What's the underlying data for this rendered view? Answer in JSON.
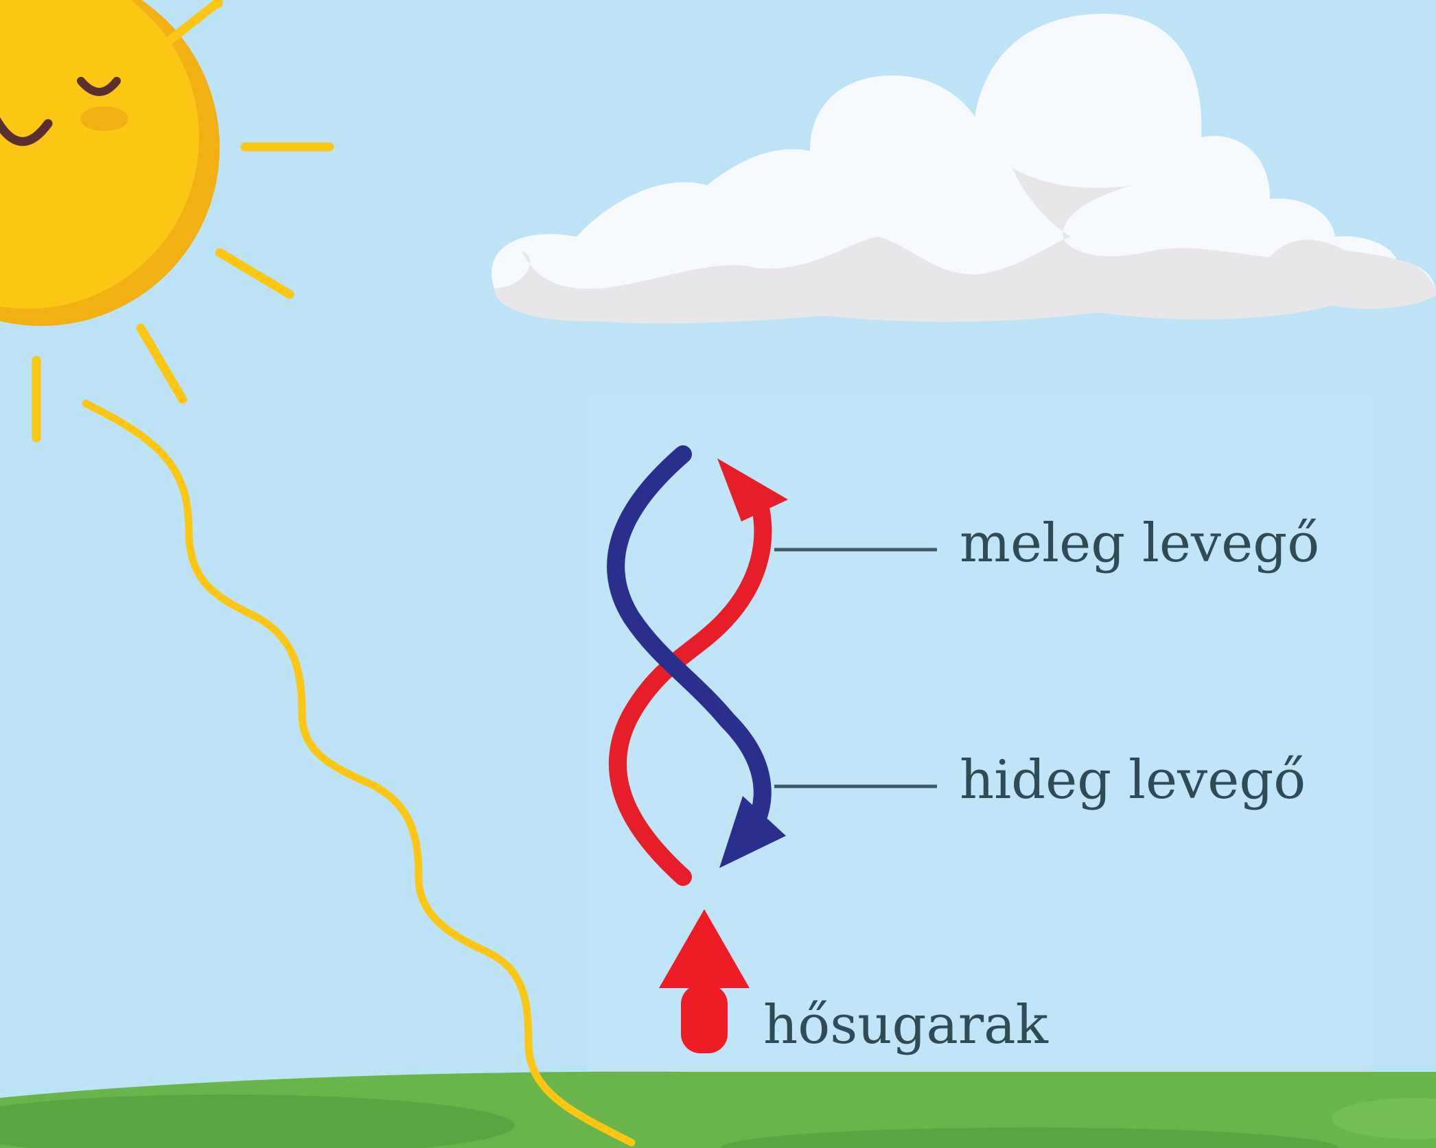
{
  "diagram": {
    "labels": {
      "warm_air": "meleg levegő",
      "cold_air": "hideg levegő",
      "heat_rays": "hősugarak"
    },
    "colors": {
      "sky": "#BCE3F6",
      "warm_air": "#E51E2A",
      "cold_air": "#2A2F8E",
      "heat_arrow": "#EE1C24",
      "sun": "#FCC615",
      "sun_shade": "#F2B012",
      "grass": "#6AB54B",
      "cloud": "#F7FAFD",
      "cloud_shadow": "#E8E6E8",
      "text": "#2F4C56"
    }
  }
}
